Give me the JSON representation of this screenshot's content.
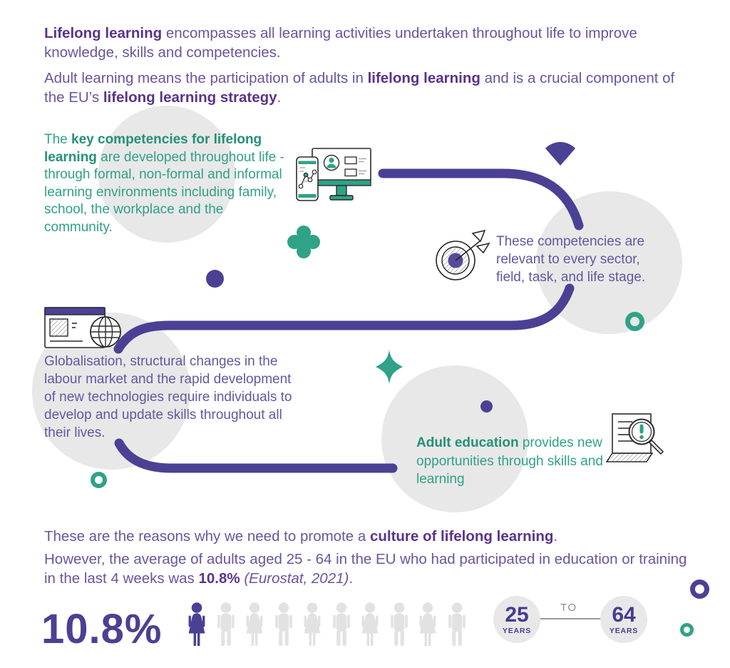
{
  "colors": {
    "accent_purple": "#4a4195",
    "text_purple": "#6b549c",
    "bold_purple": "#59338c",
    "body_purple": "#6158a4",
    "teal": "#2fa287",
    "circle_gray": "#e8e8e8",
    "person_gray": "#e2e2e2",
    "muted_gray": "#8d8d8d"
  },
  "intro": {
    "p1_bold": "Lifelong learning",
    "p1_rest": " encompasses all learning activities undertaken throughout life to improve knowledge, skills and competencies.",
    "p2_pre": "Adult learning means the participation of adults in ",
    "p2_bold1": "lifelong learning",
    "p2_mid": " and is a crucial component of the EU’s ",
    "p2_bold2": "lifelong learning strategy",
    "p2_end": "."
  },
  "key_competencies": {
    "pre": "The ",
    "bold": "key competencies for lifelong learning",
    "rest": " are developed throughout life - through formal, non-formal and informal learning environments including family, school, the workplace and the community."
  },
  "competencies_note": {
    "text": "These competencies are relevant to every sector, field, task, and life stage."
  },
  "globalisation_note": {
    "text": "Globalisation, structural changes in the labour market and the rapid development of new technologies require individuals to develop and update skills throughout all their lives."
  },
  "adult_education_note": {
    "bold": "Adult education",
    "rest": " provides new opportunities through skills and learning"
  },
  "conclusion": {
    "l1_pre": "These are the reasons why we need to promote a ",
    "l1_bold": "culture of lifelong learning",
    "l1_end": ".",
    "l2_pre": "However, the average of adults aged 25 - 64 in the EU who had participated in education or training in the last 4 weeks was ",
    "l2_bold": "10.8%",
    "l2_italic": " (Eurostat, 2021)",
    "l2_end": "."
  },
  "statistic": {
    "value": "10.8%",
    "persons": [
      {
        "sex": "female",
        "highlight": true
      },
      {
        "sex": "male",
        "highlight": false
      },
      {
        "sex": "female",
        "highlight": false
      },
      {
        "sex": "male",
        "highlight": false
      },
      {
        "sex": "female",
        "highlight": false
      },
      {
        "sex": "male",
        "highlight": false
      },
      {
        "sex": "female",
        "highlight": false
      },
      {
        "sex": "male",
        "highlight": false
      },
      {
        "sex": "female",
        "highlight": false
      },
      {
        "sex": "male",
        "highlight": false
      }
    ],
    "age_from": {
      "number": "25",
      "label": "YEARS"
    },
    "connector": "TO",
    "age_to": {
      "number": "64",
      "label": "YEARS"
    }
  }
}
